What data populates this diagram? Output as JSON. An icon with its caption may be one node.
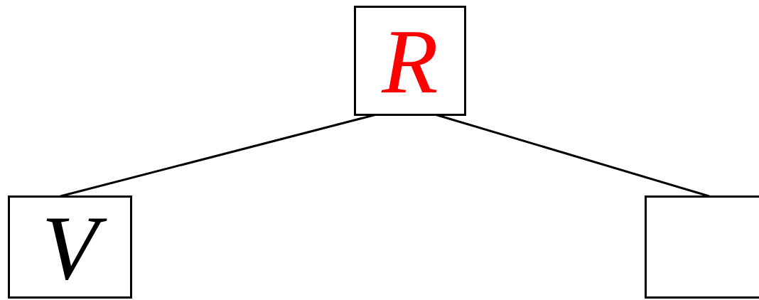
{
  "diagram": {
    "nodes": [
      {
        "text": [
          "R"
        ]
      },
      {
        "text": [
          "V"
        ]
      },
      {
        "text": [],
        "shape": "box"
      }
    ],
    "edges": [
      {
        "from": 0,
        "to": 1,
        "arrow": "none"
      },
      {
        "from": 0,
        "to": 2,
        "arrow": "none"
      }
    ]
  }
}
